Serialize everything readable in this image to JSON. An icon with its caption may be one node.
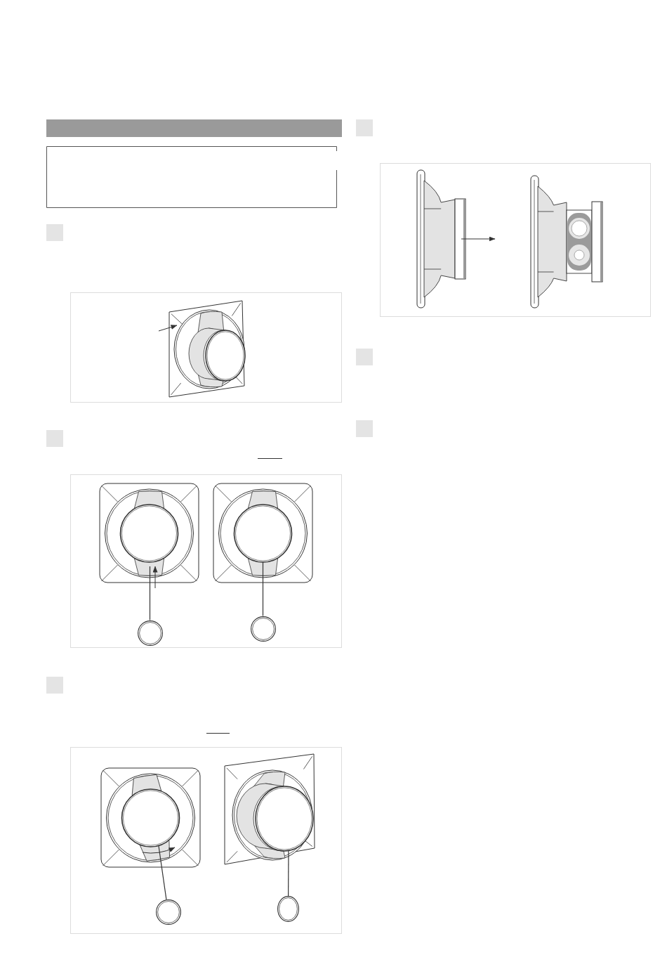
{
  "diagram": {
    "nodes": [
      {
        "text": [],
        "shape": "box"
      },
      {
        "text": [],
        "shape": "circle"
      },
      {
        "text": [],
        "shape": "circle"
      },
      {
        "text": [],
        "shape": "circle"
      },
      {
        "text": [],
        "shape": "circle"
      }
    ],
    "edges": [
      {
        "from": 1,
        "to": null,
        "arrow": "none"
      },
      {
        "from": 2,
        "to": null,
        "arrow": "none"
      },
      {
        "from": 3,
        "to": null,
        "arrow": "none"
      },
      {
        "from": 4,
        "to": null,
        "arrow": "none"
      }
    ]
  }
}
